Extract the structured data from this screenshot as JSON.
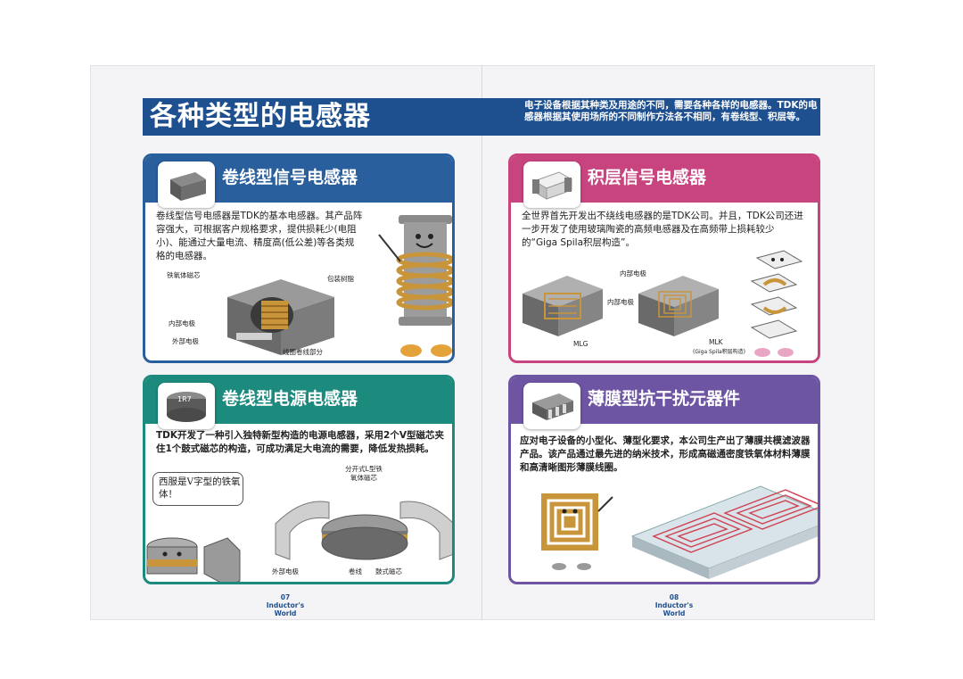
{
  "header": {
    "title": "各种类型的电感器",
    "description": "电子设备根据其种类及用途的不同，需要各种各样的电感器。TDK的电感器根据其使用场所的不同制作方法各不相同，有卷线型、积层等。"
  },
  "cards": {
    "wound_signal": {
      "title": "卷线型信号电感器",
      "text": "卷线型信号电感器是TDK的基本电感器。其产品阵容强大，可根据客户规格要求，提供损耗少(电阻小)、能通过大量电流、精度高(低公差)等各类规格的电感器。",
      "labels": [
        "铁氧体磁芯",
        "包装树脂",
        "内部电极",
        "外部电极",
        "线圈卷线部分"
      ]
    },
    "multilayer_signal": {
      "title": "积层信号电感器",
      "text": "全世界首先开发出不绕线电感器的是TDK公司。并且，TDK公司还进一步开发了使用玻璃陶瓷的高频电感器及在高频带上损耗较少的“Giga Spila积层构造”。",
      "labels": [
        "内部电极",
        "内部电极",
        "MLG",
        "MLK",
        "(Giga Spila积层构造)"
      ]
    },
    "wound_power": {
      "title": "卷线型电源电感器",
      "text": "TDK开发了一种引入独特新型构造的电源电感器，采用2个V型磁芯夹住1个鼓式磁芯的构造，可成功满足大电流的需要，降低发热损耗。",
      "speech": "西服是V字型的铁氧体！",
      "chip_mark": "1R7",
      "labels": [
        "分开式L型铁氧体磁芯",
        "外部电极",
        "卷线",
        "鼓式磁芯"
      ]
    },
    "thin_film": {
      "title": "薄膜型抗干扰元器件",
      "text": "应对电子设备的小型化、薄型化要求，本公司生产出了薄膜共模滤波器产品。该产品通过最先进的纳米技术，形成高磁通密度铁氧体材料薄膜和高清晰图形薄膜线圈。"
    }
  },
  "footer": {
    "left_page": "07",
    "right_page": "08",
    "brand": "Inductor's World"
  },
  "colors": {
    "title_bar": "#1e4f8f",
    "card_blue": "#2a5f9e",
    "card_pink": "#c8447f",
    "card_green": "#1c8a7d",
    "card_purple": "#6e55a3"
  }
}
